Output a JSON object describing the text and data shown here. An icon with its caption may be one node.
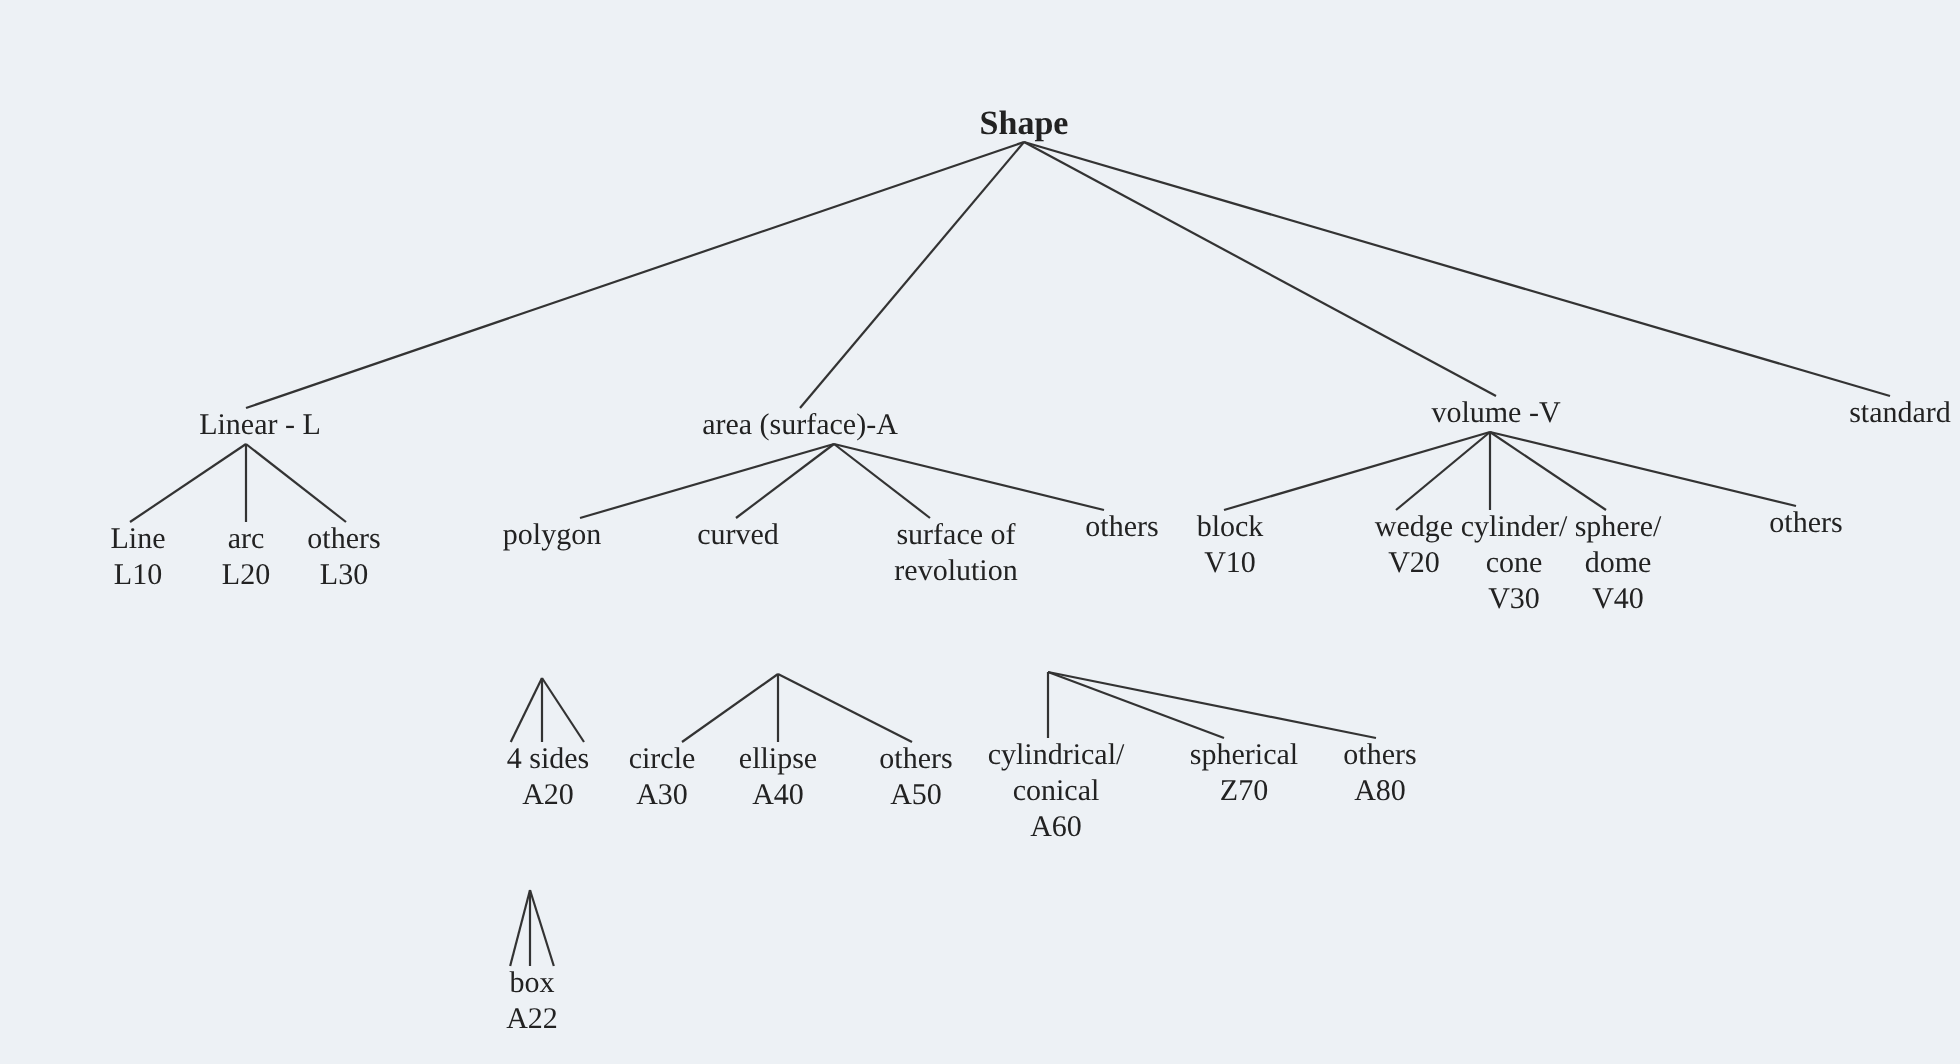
{
  "diagram": {
    "nodes": [
      {
        "text": [
          "Shape"
        ]
      },
      {
        "text": [
          "Linear - L"
        ]
      },
      {
        "text": [
          "area (surface)-A"
        ]
      },
      {
        "text": [
          "volume -V"
        ]
      },
      {
        "text": [
          "standard"
        ]
      },
      {
        "text": [
          "Line",
          "L10"
        ]
      },
      {
        "text": [
          "arc",
          "L20"
        ]
      },
      {
        "text": [
          "others",
          "L30"
        ]
      },
      {
        "text": [
          "polygon"
        ]
      },
      {
        "text": [
          "curved"
        ]
      },
      {
        "text": [
          "surface of revolution"
        ]
      },
      {
        "text": [
          "others"
        ]
      },
      {
        "text": [
          "block",
          "V10"
        ]
      },
      {
        "text": [
          "wedge",
          "V20"
        ]
      },
      {
        "text": [
          "cylinder/ cone",
          "V30"
        ]
      },
      {
        "text": [
          "sphere/ dome",
          "V40"
        ]
      },
      {
        "text": [
          "others"
        ]
      },
      {
        "text": [
          "4 sides",
          "A20"
        ]
      },
      {
        "text": [
          "circle",
          "A30"
        ]
      },
      {
        "text": [
          "ellipse",
          "A40"
        ]
      },
      {
        "text": [
          "others",
          "A50"
        ]
      },
      {
        "text": [
          "cylindrical/ conical",
          "A60"
        ]
      },
      {
        "text": [
          "spherical",
          "Z70"
        ]
      },
      {
        "text": [
          "others",
          "A80"
        ]
      },
      {
        "text": [
          "box",
          "A22"
        ]
      }
    ],
    "edges": [
      {
        "from": 0,
        "to": 1,
        "arrow": "none"
      },
      {
        "from": 0,
        "to": 2,
        "arrow": "none"
      },
      {
        "from": 0,
        "to": 3,
        "arrow": "none"
      },
      {
        "from": 0,
        "to": 4,
        "arrow": "none"
      },
      {
        "from": 1,
        "to": 5,
        "arrow": "none"
      },
      {
        "from": 1,
        "to": 6,
        "arrow": "none"
      },
      {
        "from": 1,
        "to": 7,
        "arrow": "none"
      },
      {
        "from": 2,
        "to": 8,
        "arrow": "none"
      },
      {
        "from": 2,
        "to": 9,
        "arrow": "none"
      },
      {
        "from": 2,
        "to": 10,
        "arrow": "none"
      },
      {
        "from": 2,
        "to": 11,
        "arrow": "none"
      },
      {
        "from": 3,
        "to": 12,
        "arrow": "none"
      },
      {
        "from": 3,
        "to": 13,
        "arrow": "none"
      },
      {
        "from": 3,
        "to": 14,
        "arrow": "none"
      },
      {
        "from": 3,
        "to": 15,
        "arrow": "none"
      },
      {
        "from": 3,
        "to": 16,
        "arrow": "none"
      },
      {
        "from": null,
        "to": 17,
        "arrow": "none"
      },
      {
        "from": null,
        "to": 17,
        "arrow": "none"
      },
      {
        "from": null,
        "to": 17,
        "arrow": "none"
      },
      {
        "from": null,
        "to": 18,
        "arrow": "none"
      },
      {
        "from": null,
        "to": 19,
        "arrow": "none"
      },
      {
        "from": null,
        "to": 20,
        "arrow": "none"
      },
      {
        "from": null,
        "to": 21,
        "arrow": "none"
      },
      {
        "from": null,
        "to": 22,
        "arrow": "none"
      },
      {
        "from": null,
        "to": 23,
        "arrow": "none"
      },
      {
        "from": null,
        "to": 24,
        "arrow": "none"
      },
      {
        "from": null,
        "to": 24,
        "arrow": "none"
      },
      {
        "from": null,
        "to": 24,
        "arrow": "none"
      }
    ]
  }
}
